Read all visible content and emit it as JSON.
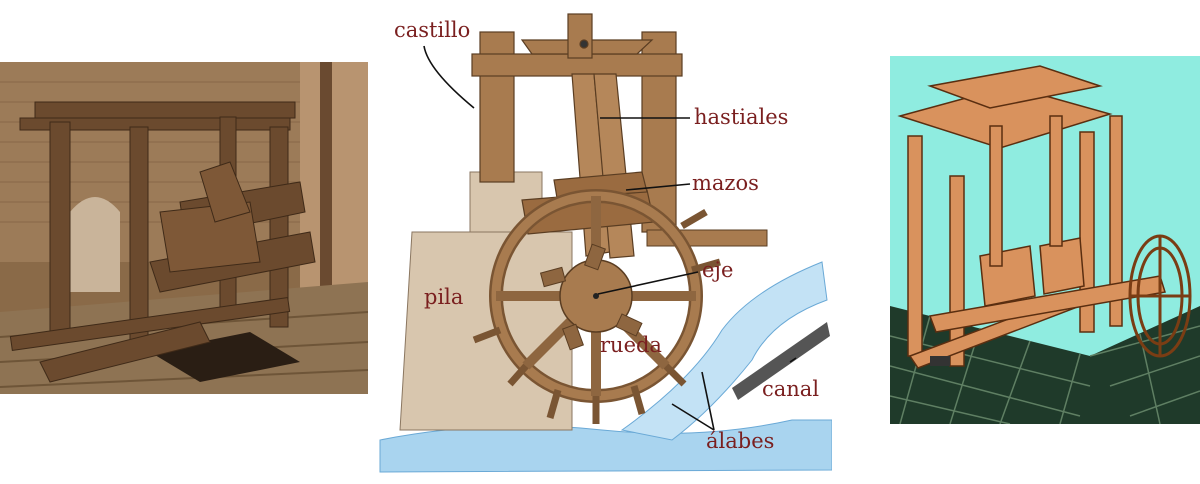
{
  "diagram": {
    "labels": {
      "castillo": "castillo",
      "hastiales": "hastiales",
      "mazos": "mazos",
      "eje": "eje",
      "pila": "pila",
      "rueda": "rueda",
      "canal": "canal",
      "alabes": "álabes"
    }
  },
  "colors": {
    "label_text": "#7a1f1f",
    "wood": "#a87b4f",
    "pila": "#d8c6ae",
    "water": "#a9d4ef",
    "model_background": "#8fece0",
    "model_wood": "#d9925d",
    "model_floor": "#1f3a2a"
  }
}
